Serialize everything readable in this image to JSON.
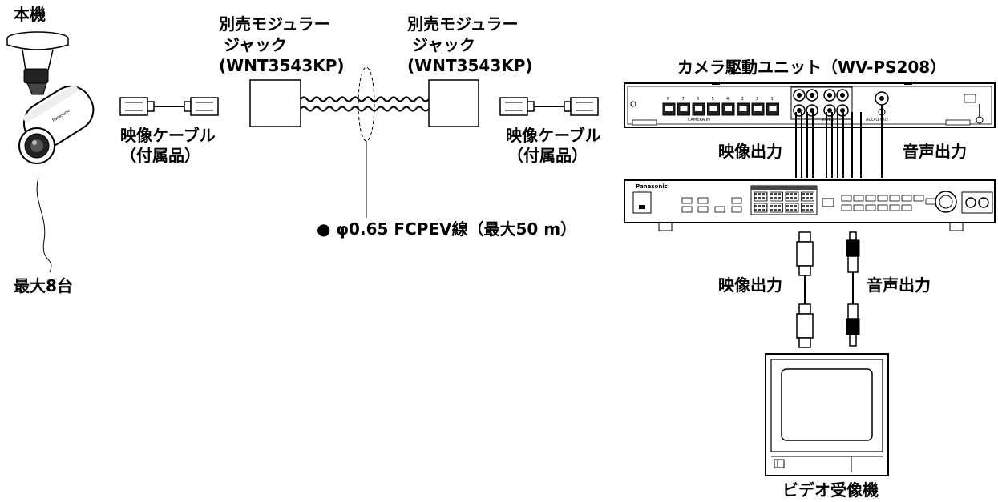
{
  "camera": {
    "label": "本機",
    "count": "最大8台",
    "brand": "Panasonic"
  },
  "cable_left": {
    "line1": "映像ケーブル",
    "line2": "（付属品）"
  },
  "jack_left": {
    "line1": "別売モジュラー",
    "line2": "ジャック",
    "line3": "(WNT3543KP)"
  },
  "jack_right": {
    "line1": "別売モジュラー",
    "line2": "ジャック",
    "line3": "(WNT3543KP)"
  },
  "wire_note": "● φ0.65 FCPEV線（最大50 m）",
  "cable_right": {
    "line1": "映像ケーブル",
    "line2": "（付属品）"
  },
  "unit": {
    "title": "カメラ駆動ユニット（WV-PS208）",
    "camera_in_label": "CAMERA IN",
    "video_label": "VIDEO",
    "audio_out_label": "AUDIO OUT",
    "brand": "Panasonic",
    "port_numbers": [
      "8",
      "7",
      "6",
      "5",
      "4",
      "3",
      "2",
      "1"
    ]
  },
  "video_out_upper": "映像出力",
  "audio_out_upper": "音声出力",
  "video_out_lower": "映像出力",
  "audio_out_lower": "音声出力",
  "monitor": {
    "label": "ビデオ受像機"
  },
  "colors": {
    "line": "#000000",
    "bg": "#ffffff",
    "device_fill": "#f2f2f2",
    "dark": "#222222"
  }
}
